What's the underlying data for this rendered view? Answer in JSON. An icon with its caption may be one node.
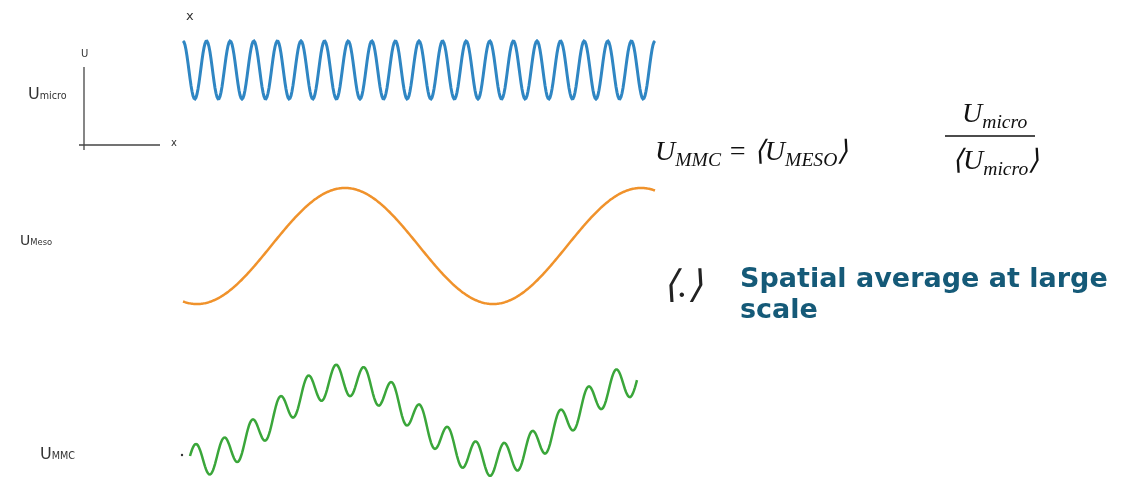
{
  "diagram": {
    "labels": [
      "x",
      "U",
      "U$_{micro}$",
      "U$_{MMC}$ = ⟨U$_{MESO}$⟩",
      "U$_{micro}$",
      "⟨U$_{micro}$⟩",
      "x",
      "U$_{Meso}$",
      "⟨.⟩",
      "Spatial average at large scale",
      "U$_{MMC}$"
    ]
  }
}
